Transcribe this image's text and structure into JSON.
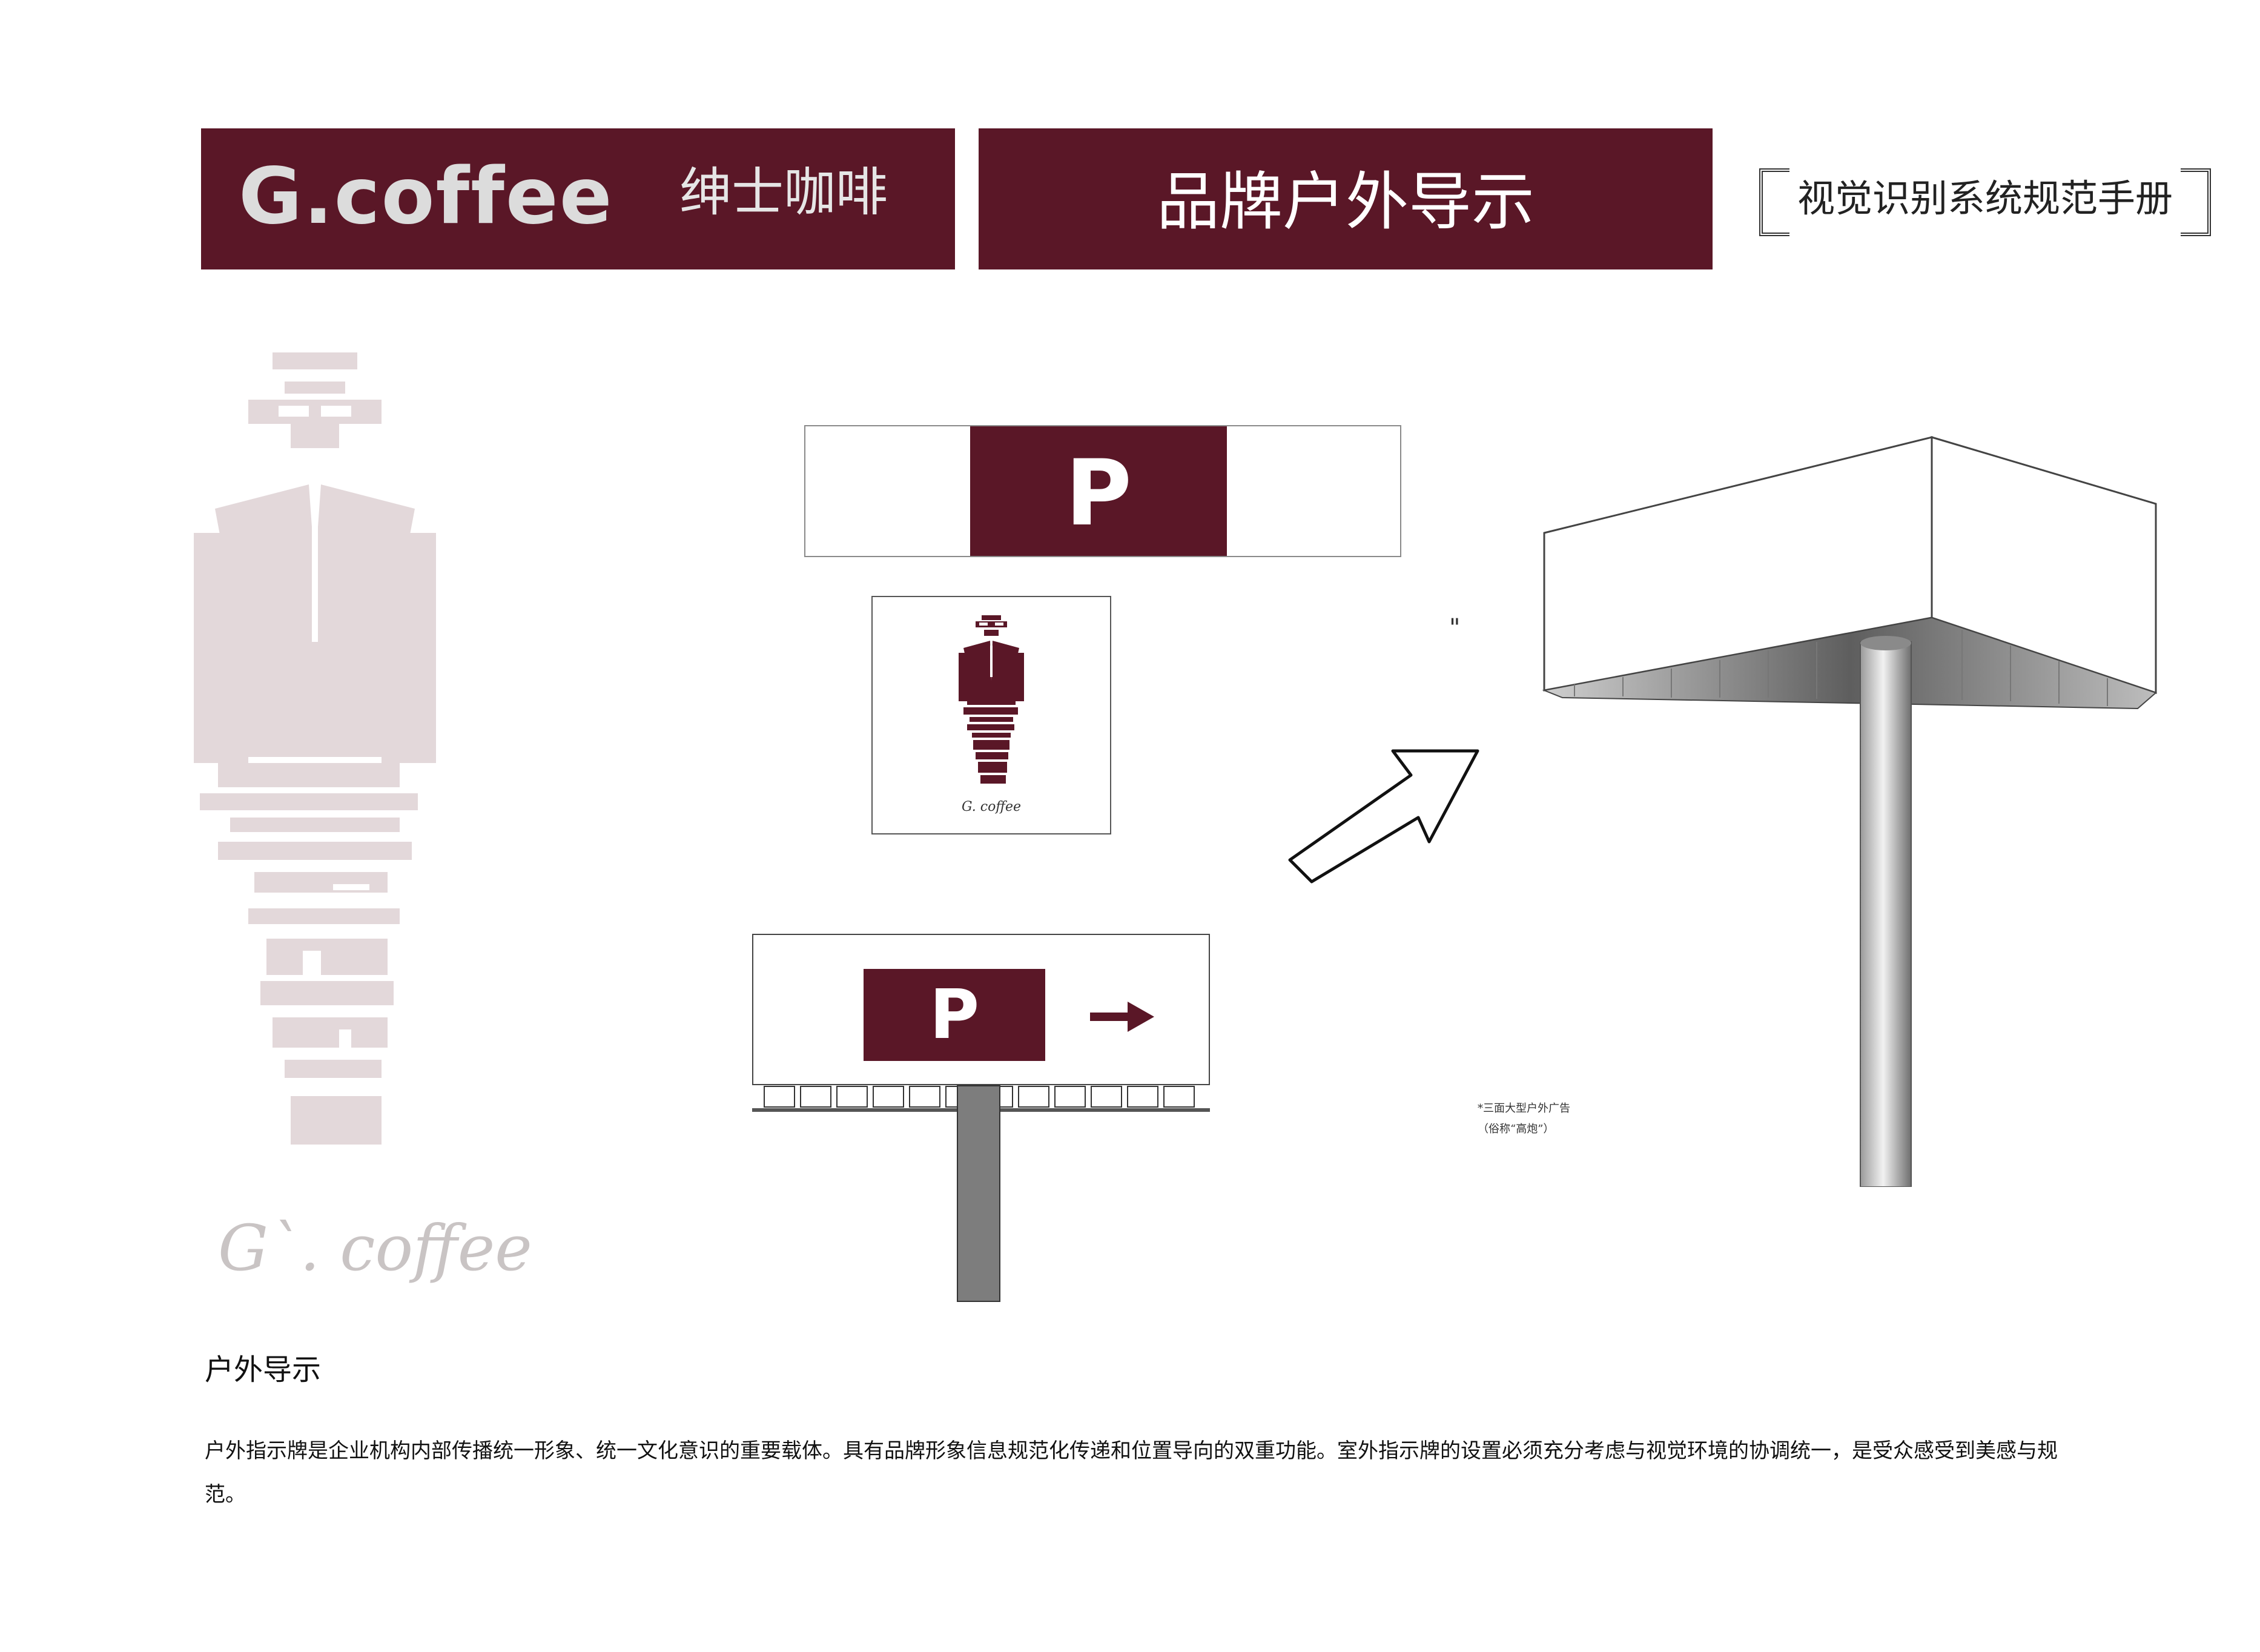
{
  "header": {
    "brand_wordmark": "G.coffee",
    "brand_cn": "绅士咖啡",
    "page_title": "品牌户外导示",
    "manual_title": "视觉识别系统规范手册"
  },
  "watermark": {
    "logo_caption": "G`. coffee"
  },
  "signage": {
    "banner_letter": "P",
    "square_logo_caption": "G. coffee",
    "billboard_letter": "P",
    "direction_icon": "arrow-right-icon",
    "pointer_icon": "arrow-up-right-icon",
    "quote_mark": "\"",
    "caption_line1": "*三面大型户外广告",
    "caption_line2": "（俗称“高炮”）"
  },
  "section": {
    "heading": "户外导示",
    "body": "户外指示牌是企业机构内部传播统一形象、统一文化意识的重要载体。具有品牌形象信息规范化传递和位置导向的双重功能。室外指示牌的设置必须充分考虑与视觉环境的协调统一，是受众感受到美感与规范。"
  },
  "colors": {
    "brand": "#5a1727",
    "watermark": "#e3d8da",
    "pole": "#7d7d7d"
  }
}
